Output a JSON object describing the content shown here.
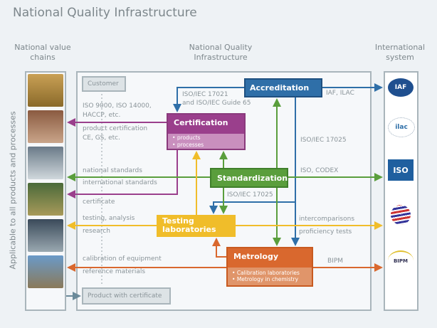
{
  "title": "National Quality Infrastructure",
  "headers": {
    "left": "National value chains",
    "middle": "National Quality Infrastructure",
    "right": "International system"
  },
  "side_label": "Applicable to all products and processes",
  "boxes": {
    "customer": "Customer",
    "product": "Product with certificate",
    "accreditation": "Accreditation",
    "certification": "Certification",
    "certification_items": [
      "products",
      "processes"
    ],
    "standardization": "Standardization",
    "testing": "Testing laboratories",
    "metrology": "Metrology",
    "metrology_items": [
      "Calibration laboratories",
      "Metrology in chemistry"
    ]
  },
  "labels": {
    "iso9000": "ISO 9000, ISO 14000,",
    "haccp": "HACCP, etc.",
    "product_cert": "product certification",
    "ce_gs": "CE, GS, etc.",
    "national_std": "national standards",
    "international_std": "international standards",
    "certificate": "certificate",
    "testing_analysis": "testing, analysis",
    "research": "research",
    "calibration": "calibration of equipment",
    "reference": "reference materials",
    "iso17021": "ISO/IEC 17021",
    "guide65": "and ISO/IEC Guide 65",
    "iaf_ilac": "IAF, ILAC",
    "iso17025_a": "ISO/IEC 17025",
    "iso_codex": "ISO, CODEX",
    "iso17025_b": "ISO/IEC 17025",
    "intercomparisons": "intercomparisons",
    "proficiency": "proficiency tests",
    "bipm": "BIPM"
  },
  "logos": [
    "IAF",
    "ilac",
    "ISO",
    "WTO",
    "BIPM"
  ],
  "colors": {
    "accreditation": "#2f6fa8",
    "certification": "#9a3f8c",
    "standardization": "#5a9e3c",
    "testing": "#f0bd2a",
    "metrology": "#d9682e"
  }
}
